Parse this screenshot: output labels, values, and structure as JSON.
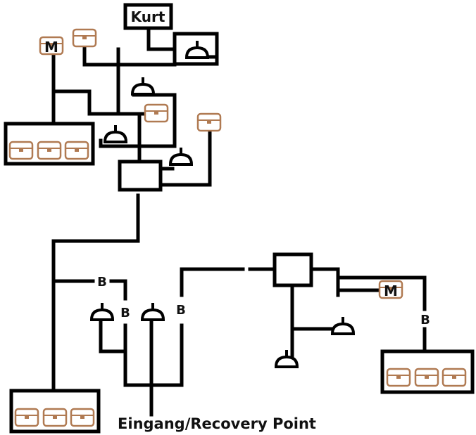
{
  "title_box": {
    "label": "Kurt"
  },
  "markers": {
    "merchant_letter": "M",
    "barrier_letter": "B"
  },
  "entrance": {
    "label": "Eingang/Recovery Point"
  },
  "colors": {
    "line": "#000000",
    "chest": "#b07a52",
    "background": "#ffffff"
  },
  "legend_icons": [
    "chest-icon",
    "bell-icon",
    "merchant-icon",
    "barrier-marker"
  ],
  "rooms": [
    {
      "name": "kurt-room",
      "contents": [
        "bell-icon"
      ]
    },
    {
      "name": "treasure-room-top-left",
      "chests": 3
    },
    {
      "name": "junction-room-upper"
    },
    {
      "name": "junction-room-right"
    },
    {
      "name": "treasure-room-bottom-left",
      "chests": 3
    },
    {
      "name": "treasure-room-bottom-right",
      "chests": 3
    }
  ]
}
